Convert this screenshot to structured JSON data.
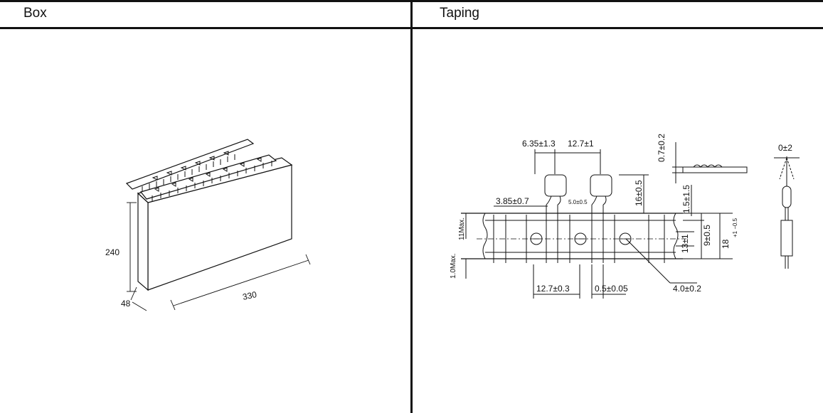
{
  "headers": {
    "box": "Box",
    "taping": "Taping"
  },
  "box_dims": {
    "height": "240",
    "depth": "48",
    "width": "330"
  },
  "taping_dims": {
    "pitch_lead": "6.35±1.3",
    "pitch_component": "12.7±1",
    "thickness": "0.7±0.2",
    "tilt": "0±2",
    "offset": "3.85±0.7",
    "lead_space": "5.0±0.5",
    "height_16": "16±0.5",
    "protrusion": "1.5±1.5",
    "max_11": "11Max.",
    "max_1": "1.0Max.",
    "tape_9": "9±0.5",
    "tape_13": "13±1",
    "tape_18": "18",
    "tape_18_tol": "+1 −0.5",
    "feed_pitch": "12.7±0.3",
    "lead_dia": "0.5±0.05",
    "hole_dia": "4.0±0.2"
  }
}
